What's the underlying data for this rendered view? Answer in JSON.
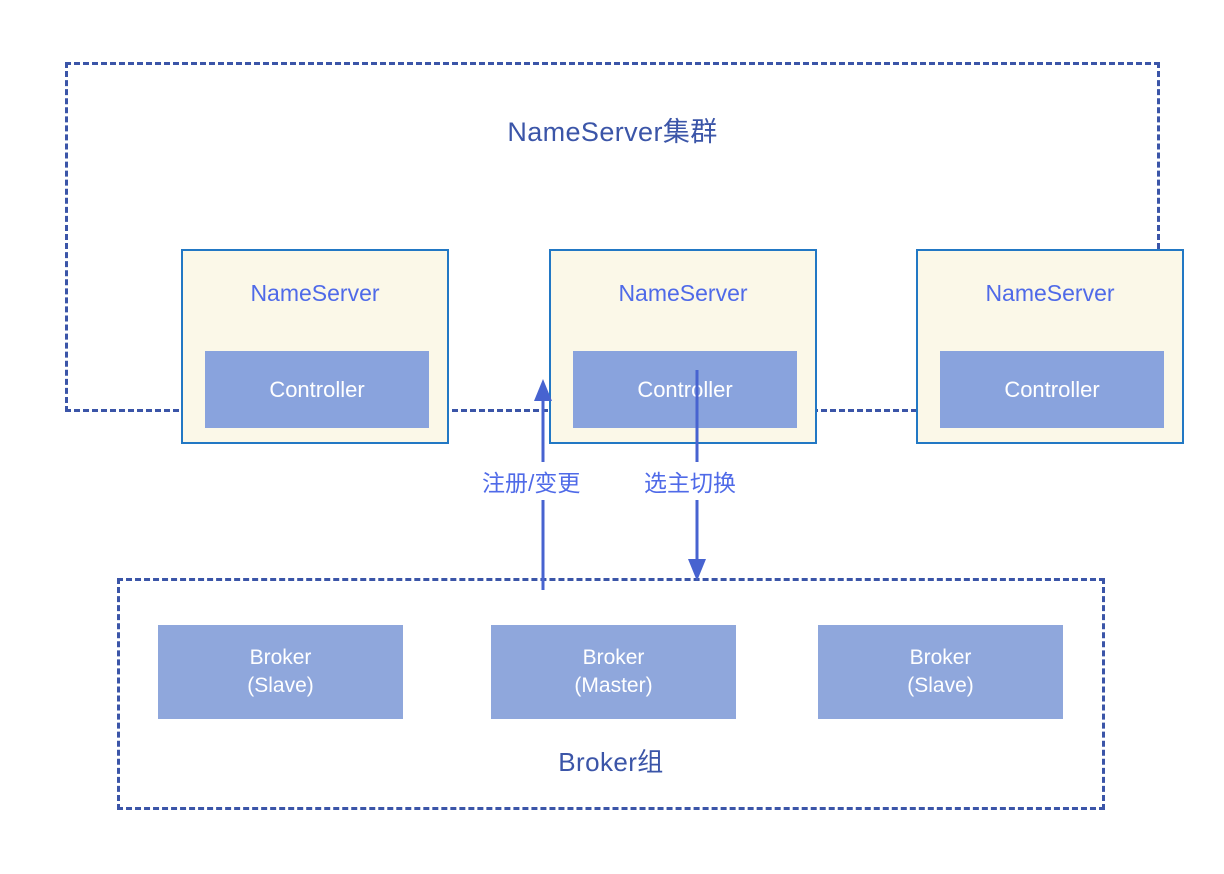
{
  "diagram": {
    "title": "RocketMQ NameServer / Broker 架构图",
    "background_color": "#ffffff"
  },
  "colors": {
    "dashed_border": "#3b55a8",
    "cluster_title": "#3b55a8",
    "node_border": "#2278c4",
    "node_fill": "#fbf8e8",
    "node_label": "#4f6ae8",
    "controller_fill": "#89a3dd",
    "broker_fill": "#8fa7dc",
    "box_text": "#ffffff",
    "arrow": "#4763d0",
    "edge_label": "#4f6ae8"
  },
  "nameserver_cluster": {
    "title": "NameServer集群",
    "nodes": [
      {
        "label": "NameServer",
        "controller": "Controller"
      },
      {
        "label": "NameServer",
        "controller": "Controller"
      },
      {
        "label": "NameServer",
        "controller": "Controller"
      }
    ]
  },
  "broker_group": {
    "title": "Broker组",
    "brokers": [
      {
        "name": "Broker",
        "role": "(Slave)"
      },
      {
        "name": "Broker",
        "role": "(Master)"
      },
      {
        "name": "Broker",
        "role": "(Slave)"
      }
    ]
  },
  "edges": [
    {
      "label": "注册/变更",
      "direction": "up",
      "from": "broker-group",
      "to": "nameserver-node-2"
    },
    {
      "label": "选主切换",
      "direction": "down",
      "from": "nameserver-node-2",
      "to": "broker-group"
    }
  ]
}
